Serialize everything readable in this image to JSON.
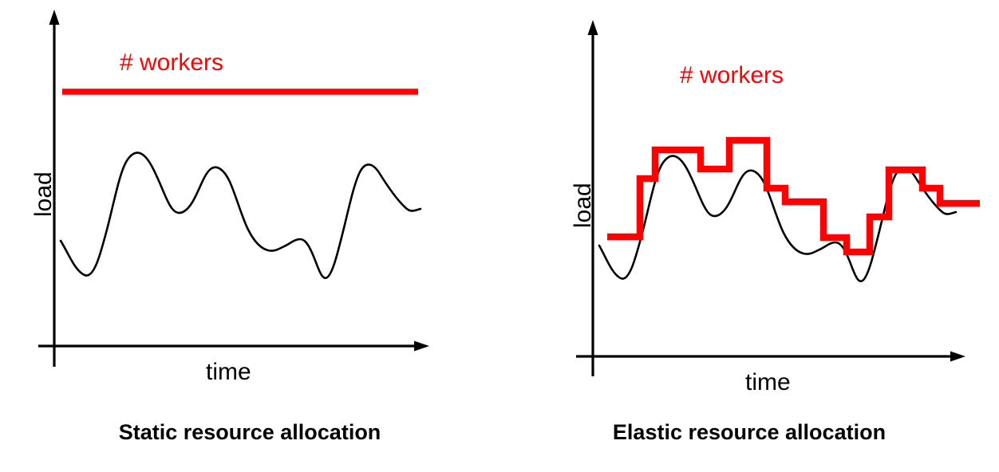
{
  "figure": {
    "title_left": "Static resource allocation",
    "title_right": "Elastic resource allocation",
    "colors": {
      "workers": "#FF0000",
      "load": "#000000",
      "axis": "#000000",
      "background": "#FFFFFF"
    }
  },
  "panels": [
    {
      "id": "static",
      "caption": "Static resource allocation",
      "xlabel": "time",
      "ylabel": "load",
      "workers_label": "# workers"
    },
    {
      "id": "elastic",
      "caption": "Elastic resource allocation",
      "xlabel": "time",
      "ylabel": "load",
      "workers_label": "# workers"
    }
  ],
  "chart_data": [
    {
      "type": "line",
      "id": "static-resource-allocation",
      "title": "Static resource allocation",
      "xlabel": "time",
      "ylabel": "load",
      "xlim": [
        0,
        100
      ],
      "ylim": [
        0,
        100
      ],
      "grid": false,
      "axis_ticks": false,
      "legend": "inline-annotation",
      "annotations": [
        {
          "text": "# workers",
          "color": "#FF0000",
          "x": 20,
          "y": 88
        }
      ],
      "series": [
        {
          "name": "load",
          "color": "#000000",
          "type": "smooth-line",
          "x": [
            2,
            8,
            14,
            20,
            26,
            32,
            37,
            42,
            48,
            54,
            60,
            66,
            72,
            78,
            84,
            90,
            96,
            100
          ],
          "y": [
            42,
            32,
            50,
            76,
            80,
            70,
            61,
            66,
            72,
            68,
            55,
            45,
            43,
            46,
            41,
            28,
            44,
            48
          ]
        },
        {
          "name": "# workers",
          "color": "#FF0000",
          "type": "constant-line",
          "value": 86,
          "x_start": 2,
          "x_end": 100
        }
      ]
    },
    {
      "type": "line",
      "id": "elastic-resource-allocation",
      "title": "Elastic resource allocation",
      "xlabel": "time",
      "ylabel": "load",
      "xlim": [
        0,
        100
      ],
      "ylim": [
        0,
        100
      ],
      "grid": false,
      "axis_ticks": false,
      "legend": "inline-annotation",
      "annotations": [
        {
          "text": "# workers",
          "color": "#FF0000",
          "x": 26,
          "y": 90
        }
      ],
      "series": [
        {
          "name": "load",
          "color": "#000000",
          "type": "smooth-line",
          "x": [
            2,
            8,
            14,
            20,
            26,
            32,
            38,
            44,
            50,
            56,
            62,
            68,
            74,
            80,
            86,
            92,
            98,
            102
          ],
          "y": [
            42,
            30,
            50,
            76,
            80,
            70,
            62,
            66,
            73,
            69,
            56,
            46,
            44,
            47,
            40,
            28,
            46,
            50
          ]
        },
        {
          "name": "# workers",
          "color": "#FF0000",
          "type": "step-line",
          "steps": [
            {
              "x_start": 2,
              "x_end": 12,
              "value": 44
            },
            {
              "x_start": 12,
              "x_end": 18,
              "value": 68
            },
            {
              "x_start": 18,
              "x_end": 32,
              "value": 80
            },
            {
              "x_start": 32,
              "x_end": 44,
              "value": 72
            },
            {
              "x_start": 44,
              "x_end": 58,
              "value": 76
            },
            {
              "x_start": 58,
              "x_end": 63,
              "value": 56
            },
            {
              "x_start": 63,
              "x_end": 73,
              "value": 50
            },
            {
              "x_start": 73,
              "x_end": 80,
              "value": 36
            },
            {
              "x_start": 80,
              "x_end": 83,
              "value": 30
            },
            {
              "x_start": 83,
              "x_end": 88,
              "value": 43
            },
            {
              "x_start": 88,
              "x_end": 98,
              "value": 58
            },
            {
              "x_start": 98,
              "x_end": 102,
              "value": 51
            },
            {
              "x_start": 102,
              "x_end": 106,
              "value": 46
            }
          ]
        }
      ]
    }
  ]
}
